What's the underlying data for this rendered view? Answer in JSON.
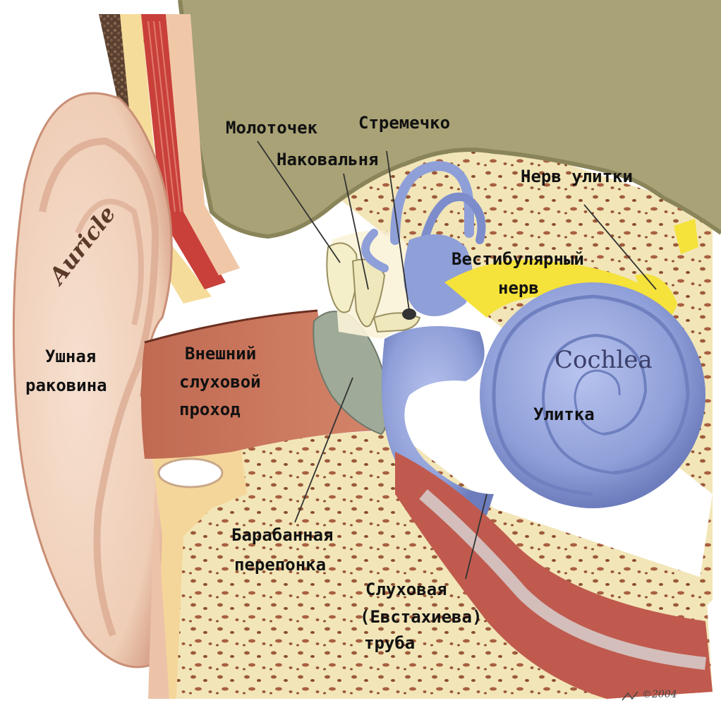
{
  "labels": {
    "malleus": "Молоточек",
    "stapes": "Стремечко",
    "incus": "Наковальня",
    "cochlear_nerve": "Нерв улитки",
    "vestibular_nerve_line1": "Вестибулярный",
    "vestibular_nerve_line2": "нерв",
    "auricle_en": "Auricle",
    "auricle_ru_line1": "Ушная",
    "auricle_ru_line2": "раковина",
    "ear_canal_line1": "Внешний",
    "ear_canal_line2": "слуховой",
    "ear_canal_line3": "проход",
    "cochlea_en": "Cochlea",
    "cochlea_ru": "Улитка",
    "eardrum_line1": "Барабанная",
    "eardrum_line2": "перепонка",
    "eustachian_line1": "Слуховая",
    "eustachian_line2": "(Евстахиева)",
    "eustachian_line3": "труба",
    "signature": "©2004"
  },
  "colors": {
    "skin": "#f2d3bd",
    "skin_shadow": "#d9a58c",
    "bone": "#f2e6b8",
    "bone_speckle": "#9c5a3a",
    "brain": "#a8a276",
    "canal": "#c9735a",
    "cochlea": "#8f9fd8",
    "cochlea_shadow": "#6f80c0",
    "nerve": "#f5e23a",
    "eardrum": "#9faa98",
    "muscle": "#c9403a",
    "tube": "#c05a4e",
    "label_line": "#333333"
  }
}
